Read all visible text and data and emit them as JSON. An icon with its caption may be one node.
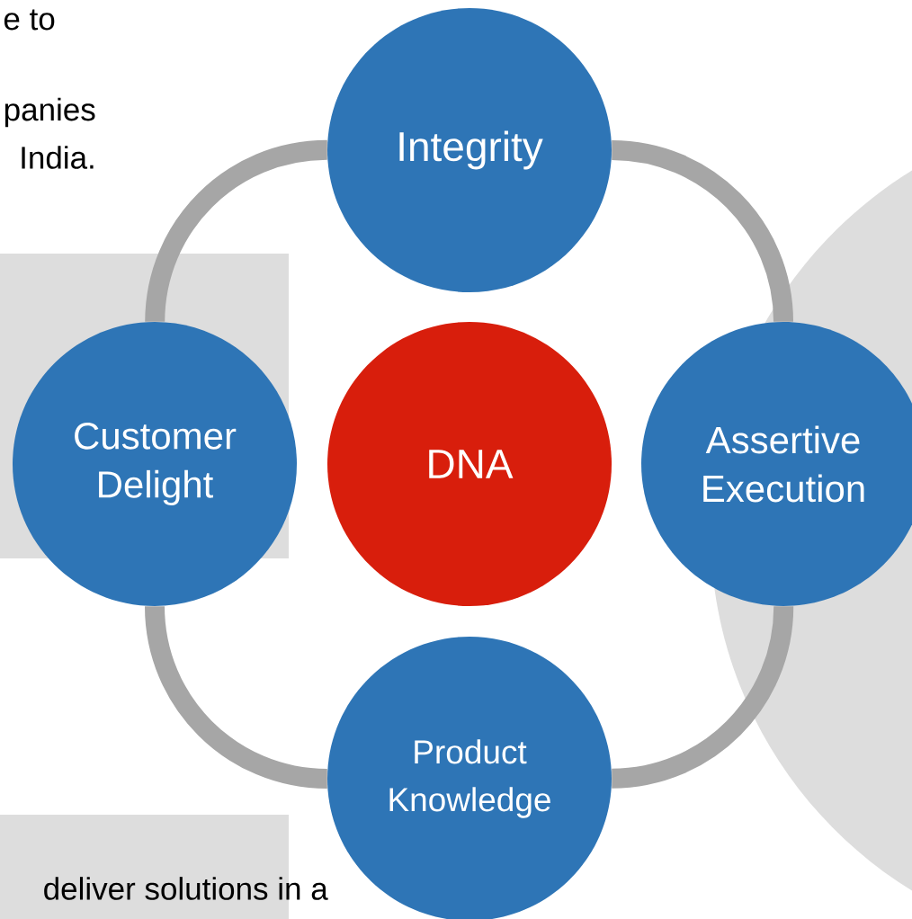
{
  "diagram": {
    "nodes": [
      {
        "text": [
          "Integrity"
        ]
      },
      {
        "text": [
          "Customer Delight"
        ]
      },
      {
        "text": [
          "DNA"
        ]
      },
      {
        "text": [
          "Assertive Execution"
        ]
      },
      {
        "text": [
          "Product Knowledge"
        ]
      }
    ],
    "edges": [
      {
        "from": 0,
        "to": 3,
        "arrow": "none"
      },
      {
        "from": 3,
        "to": 4,
        "arrow": "none"
      },
      {
        "from": 4,
        "to": 1,
        "arrow": "none"
      },
      {
        "from": 1,
        "to": 0,
        "arrow": "none"
      }
    ],
    "labels": [
      "e to",
      "panies",
      "India.",
      "deliver solutions in a"
    ]
  }
}
